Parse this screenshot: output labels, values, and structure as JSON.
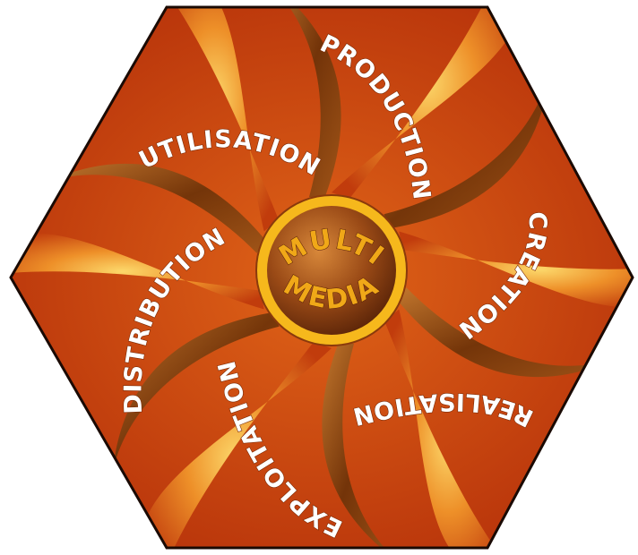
{
  "segments": [
    {
      "id": "production",
      "label": "PRODUCTION"
    },
    {
      "id": "creation",
      "label": "CREATION"
    },
    {
      "id": "realisation",
      "label": "REALISATION"
    },
    {
      "id": "exploitation",
      "label": "EXPLOITATION"
    },
    {
      "id": "distribution",
      "label": "DISTRIBUTION"
    },
    {
      "id": "utilisation",
      "label": "UTILISATION"
    }
  ],
  "center": {
    "line1": "MULTI",
    "line2": "MEDIA"
  },
  "colors": {
    "outline": "#000000",
    "dark_red": "#b8320a",
    "orange": "#e8741c",
    "yellow": "#ffd95a",
    "brown": "#6a3208",
    "ring": "#f6b81c",
    "sphere_light": "#c06a28",
    "sphere_dark": "#5a2408"
  }
}
